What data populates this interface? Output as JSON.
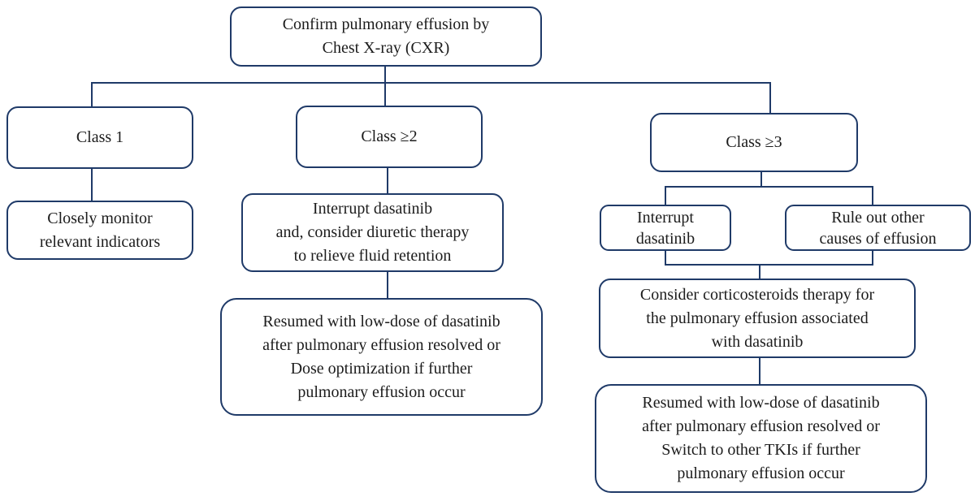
{
  "colors": {
    "border": "#1f3a68",
    "text": "#1c1c1c",
    "background": "#ffffff"
  },
  "nodes": {
    "confirm": {
      "text": "Confirm pulmonary effusion by\nChest X-ray (CXR)"
    },
    "class1": {
      "text": "Class 1"
    },
    "class2": {
      "text": "Class ≥2"
    },
    "class3": {
      "text": "Class ≥3"
    },
    "monitor": {
      "text": "Closely monitor\nrelevant indicators"
    },
    "interrupt_diuretic": {
      "text": "Interrupt dasatinib\nand, consider diuretic therapy\nto relieve fluid retention"
    },
    "resume_dose_optimization": {
      "text": "Resumed with low-dose of dasatinib\nafter pulmonary effusion resolved or\nDose optimization if further\npulmonary effusion occur"
    },
    "interrupt_dasatinib": {
      "text": "Interrupt\ndasatinib"
    },
    "rule_out": {
      "text": "Rule out  other\ncauses of effusion"
    },
    "corticosteroids": {
      "text": "Consider corticosteroids therapy for\nthe pulmonary effusion associated\nwith dasatinib"
    },
    "resume_switch_tki": {
      "text": "Resumed with low-dose of dasatinib\nafter pulmonary effusion resolved or\nSwitch to other TKIs if further\npulmonary effusion occur"
    }
  }
}
